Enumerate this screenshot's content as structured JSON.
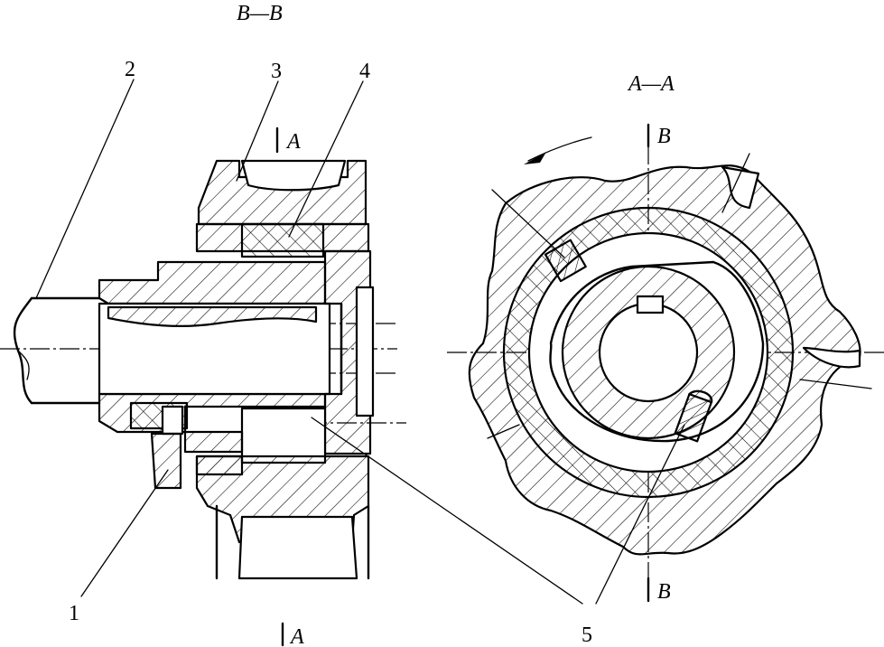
{
  "diagram": {
    "view_titles": {
      "section_bb": "B—B",
      "section_aa": "A—A"
    },
    "section_marks": {
      "a_top": "A",
      "a_bottom": "A",
      "b_top": "B",
      "b_bottom": "B"
    },
    "part_labels": {
      "p1": "1",
      "p2": "2",
      "p3": "3",
      "p4": "4",
      "p5": "5"
    }
  }
}
